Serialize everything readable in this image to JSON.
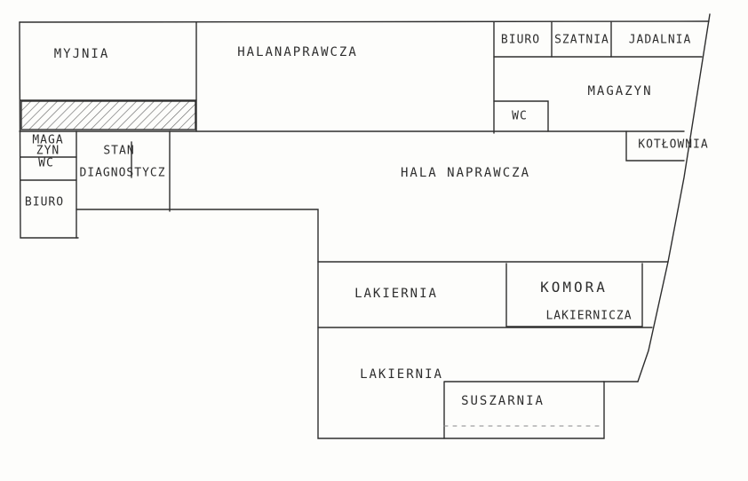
{
  "rooms": {
    "myjnia": "MYJNIA",
    "hala_naprawcza_top": "HALANAPRAWCZA",
    "biuro_top": "BIURO",
    "szatnia": "SZATNIA",
    "jadalnia": "JADALNIA",
    "magazyn": "MAGAZYN",
    "wc_right": "WC",
    "kotlownia": "KOTŁOWNIA",
    "magazyn_small_a": "MAGA",
    "magazyn_small_b": "ZYN",
    "wc_left": "WC",
    "stan": "STAN",
    "diagnostyczne": "DIAGNOSTYCZ",
    "biuro_left": "BIURO",
    "hala_naprawcza_main": "HALA NAPRAWCZA",
    "lakiernia_upper": "LAKIERNIA",
    "komora": "KOMORA",
    "lakiernicza": "LAKIERNICZA",
    "lakiernia_lower": "LAKIERNIA",
    "suszarnia": "SUSZARNIA"
  },
  "colors": {
    "ink": "#2e2e2e",
    "paper": "#fdfdfb",
    "hatch": "#6a6a6a"
  }
}
